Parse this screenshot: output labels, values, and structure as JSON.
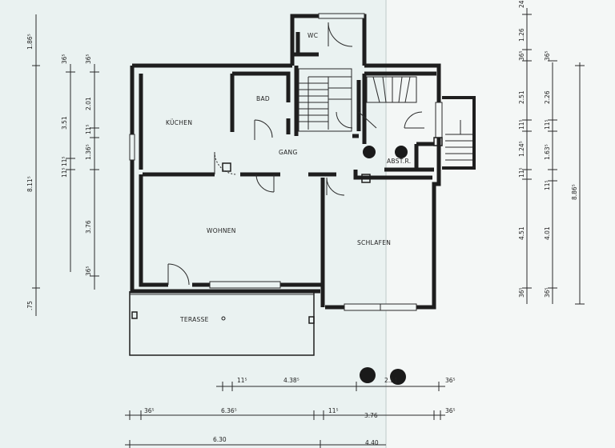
{
  "rooms": {
    "wc": "WC",
    "bad": "BAD",
    "kuechen": "KÜCHEN",
    "gang": "GANG",
    "abstr": "ABST.R.",
    "wohnen": "WOHNEN",
    "schlafen": "SCHLAFEN",
    "terrasse": "TERASSE"
  },
  "dimensions_left": {
    "outer": [
      "1.86⁵",
      "8.11⁵",
      ".75"
    ],
    "middle": [
      "36⁵",
      "3.51",
      "11⁵",
      "11⁵"
    ],
    "inner": [
      "36⁵",
      "2.01",
      "11⁵",
      "1.36⁵",
      "3.76",
      "36⁵"
    ]
  },
  "dimensions_right": {
    "col1": [
      "1.26",
      "36⁵",
      "2.51",
      "11⁵",
      "1.24⁵",
      "11⁵",
      "4.51",
      "36⁵"
    ],
    "col2": [
      "36⁵",
      "2.26",
      "11⁵",
      "1.63⁵",
      "11⁵",
      "4.01",
      "36⁵"
    ],
    "col3": [
      "8.86⁵"
    ],
    "top": [
      "24"
    ]
  },
  "dimensions_bottom": {
    "row1": [
      "11⁵",
      "4.38⁵",
      "2.51",
      "36⁵"
    ],
    "row2": [
      "36⁵",
      "6.36⁵",
      "11⁵",
      "3.76",
      "36⁵"
    ],
    "row3": [
      "6.30",
      "4.40"
    ]
  },
  "colors": {
    "paper_left": "#eef4f3",
    "paper_right": "#f3f6f5",
    "ink": "#1e1e1e"
  }
}
